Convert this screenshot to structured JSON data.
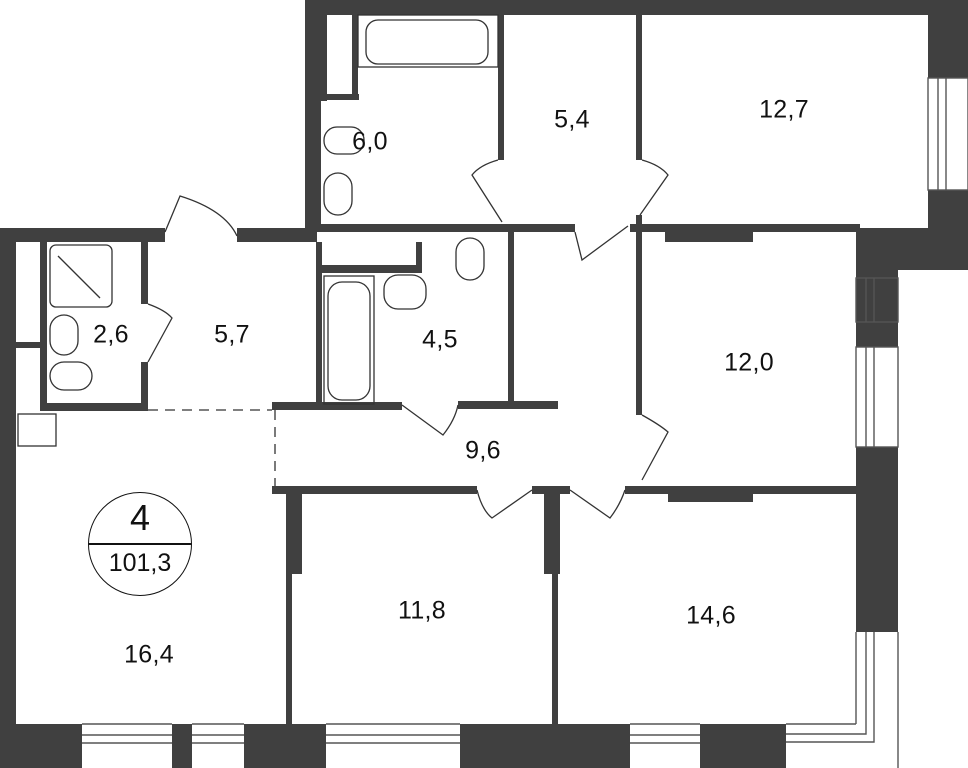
{
  "plan": {
    "type": "apartment-floor-plan",
    "summary": {
      "room_count": "4",
      "total_area": "101,3"
    },
    "colors": {
      "wall": "#404040",
      "line": "#333333",
      "background": "#ffffff",
      "text": "#111111"
    },
    "rooms": [
      {
        "id": "bathroom-top",
        "label": "6,0",
        "kind": "bathroom"
      },
      {
        "id": "closet-top",
        "label": "5,4",
        "kind": "storage"
      },
      {
        "id": "bedroom-top-right",
        "label": "12,7",
        "kind": "bedroom"
      },
      {
        "id": "shower-room",
        "label": "2,6",
        "kind": "bathroom"
      },
      {
        "id": "entry-hall",
        "label": "5,7",
        "kind": "hall"
      },
      {
        "id": "bathroom-middle",
        "label": "4,5",
        "kind": "bathroom"
      },
      {
        "id": "bedroom-right",
        "label": "12,0",
        "kind": "bedroom"
      },
      {
        "id": "corridor",
        "label": "9,6",
        "kind": "corridor"
      },
      {
        "id": "kitchen-living",
        "label": "16,4",
        "kind": "kitchen-living"
      },
      {
        "id": "bedroom-bottom-middle",
        "label": "11,8",
        "kind": "bedroom"
      },
      {
        "id": "bedroom-bottom-right",
        "label": "14,6",
        "kind": "bedroom"
      }
    ]
  }
}
